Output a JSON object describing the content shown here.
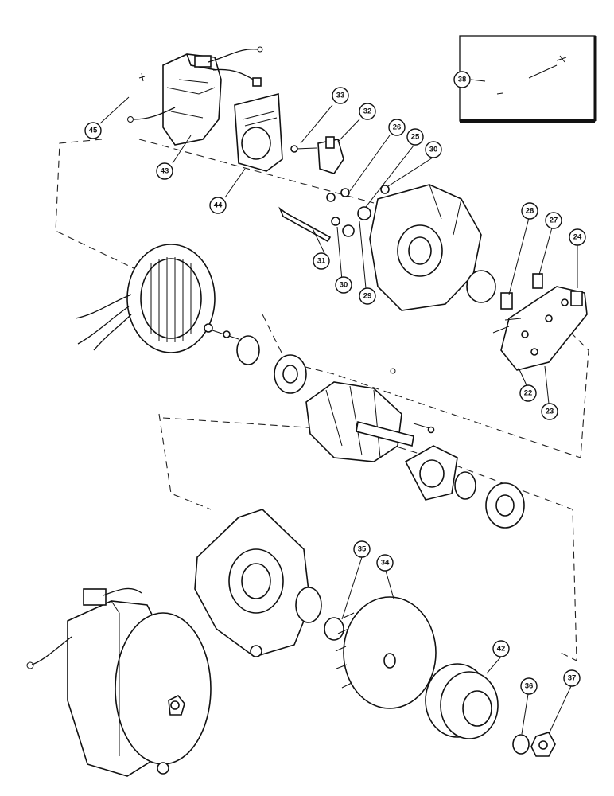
{
  "callouts": [
    {
      "id": "c45",
      "label": "45"
    },
    {
      "id": "c43",
      "label": "43"
    },
    {
      "id": "c44",
      "label": "44"
    },
    {
      "id": "c33",
      "label": "33"
    },
    {
      "id": "c32",
      "label": "32"
    },
    {
      "id": "c26",
      "label": "26"
    },
    {
      "id": "c25",
      "label": "25"
    },
    {
      "id": "c30a",
      "label": "30"
    },
    {
      "id": "c30b",
      "label": "30"
    },
    {
      "id": "c29",
      "label": "29"
    },
    {
      "id": "c31",
      "label": "31"
    },
    {
      "id": "c28",
      "label": "28"
    },
    {
      "id": "c27",
      "label": "27"
    },
    {
      "id": "c24",
      "label": "24"
    },
    {
      "id": "c22",
      "label": "22"
    },
    {
      "id": "c23",
      "label": "23"
    },
    {
      "id": "c38",
      "label": "38"
    },
    {
      "id": "c35",
      "label": "35"
    },
    {
      "id": "c34",
      "label": "34"
    },
    {
      "id": "c42",
      "label": "42"
    },
    {
      "id": "c36",
      "label": "36"
    },
    {
      "id": "c37",
      "label": "37"
    }
  ]
}
